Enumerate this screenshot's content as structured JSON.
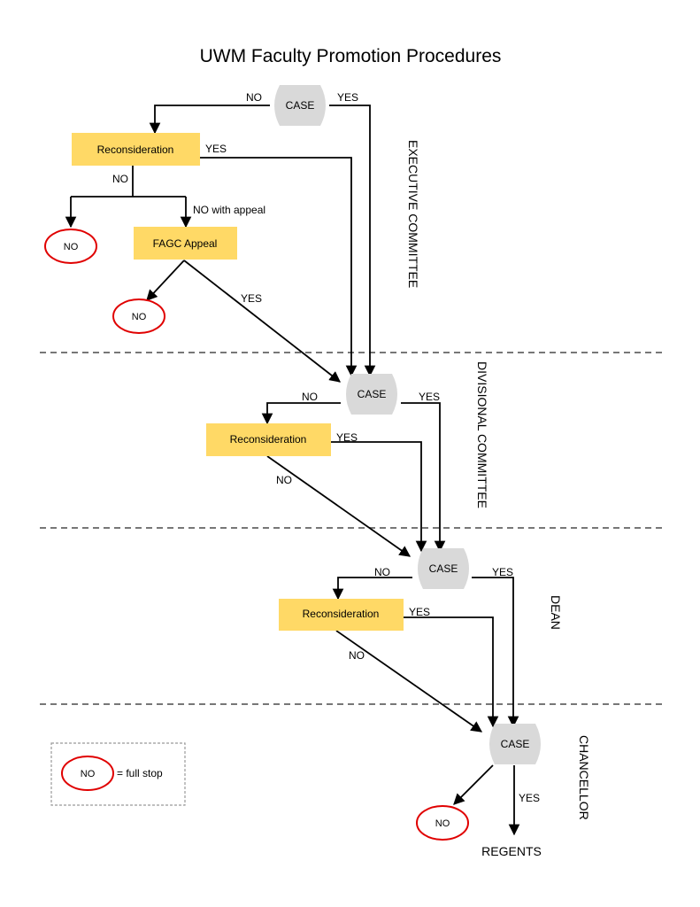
{
  "title": "UWM Faculty Promotion Procedures",
  "colors": {
    "case_fill": "#d9d9d9",
    "reconsideration_fill": "#ffd966",
    "stop_outline": "#e00000",
    "divider": "#777777"
  },
  "lanes": {
    "executive": "EXECUTIVE COMMITTEE",
    "divisional": "DIVISIONAL COMMITTEE",
    "dean": "DEAN",
    "chancellor": "CHANCELLOR"
  },
  "nodes": {
    "case": "CASE",
    "reconsideration": "Reconsideration",
    "fagc_appeal": "FAGC Appeal",
    "no": "NO",
    "regents": "REGENTS"
  },
  "edge_labels": {
    "yes": "YES",
    "no": "NO",
    "no_with_appeal": "NO with appeal"
  },
  "legend": {
    "symbol": "NO",
    "meaning": "= full stop"
  }
}
